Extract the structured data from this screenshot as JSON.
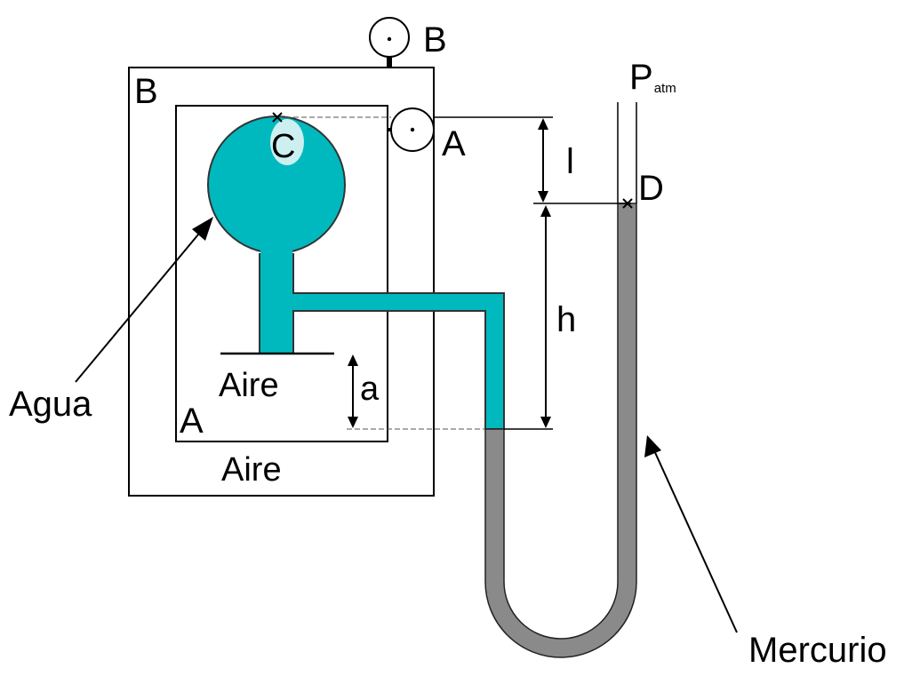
{
  "labels": {
    "gauge_b": "B",
    "box_b": "B",
    "gauge_a": "A",
    "box_a": "A",
    "point_c": "C",
    "point_d": "D",
    "patm_main": "P",
    "patm_sub": "atm",
    "dim_l": "l",
    "dim_h": "h",
    "dim_a": "a",
    "aire_inner": "Aire",
    "aire_outer": "Aire",
    "agua": "Agua",
    "mercurio": "Mercurio"
  },
  "colors": {
    "water": "#00b9bf",
    "water_highlight": "#cdeff0",
    "mercury": "#8a8a8a",
    "stroke": "#000000"
  }
}
